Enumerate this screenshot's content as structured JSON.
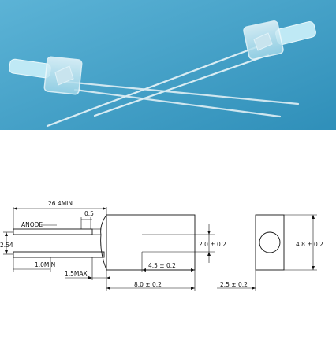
{
  "photo": {
    "background_color": "#3f9fc6",
    "subject": "two cylindrical clear LEDs with long wire leads"
  },
  "drawing": {
    "labels": {
      "lead_length": "26.4MIN",
      "lead_offset": "0.5",
      "anode": "ANODE",
      "pitch": "2.54",
      "lead_width": "1.0MIN",
      "flange_max": "1.5MAX",
      "body_diameter": "2.0 ± 0.2",
      "tip_length": "4.5 ± 0.2",
      "body_length": "8.0 ± 0.2",
      "front_width": "2.5 ± 0.2",
      "front_height": "4.8 ± 0.2"
    }
  }
}
